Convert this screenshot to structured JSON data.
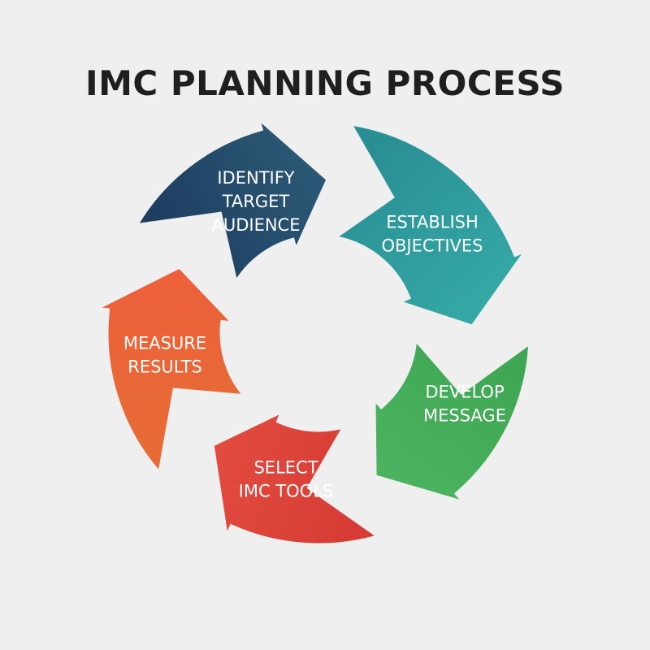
{
  "title": "IMC PLANNING PROCESS",
  "colors": {
    "background": "#efefef",
    "title": "#1f1f1f",
    "label": "#ffffff",
    "gap": "#efefef"
  },
  "steps": [
    {
      "lines": [
        "IDENTIFY",
        "TARGET",
        "AUDIENCE"
      ],
      "color_start": "#1f3f62",
      "color_end": "#2b5a76"
    },
    {
      "lines": [
        "ESTABLISH",
        "OBJECTIVES"
      ],
      "color_start": "#2a8f95",
      "color_end": "#35a9a5"
    },
    {
      "lines": [
        "DEVELOP",
        "MESSAGE"
      ],
      "color_start": "#3fa653",
      "color_end": "#4cb460"
    },
    {
      "lines": [
        "SELECT",
        "IMC TOOLS"
      ],
      "color_start": "#d63c34",
      "color_end": "#e34b3f"
    },
    {
      "lines": [
        "MEASURE",
        "RESULTS"
      ],
      "color_start": "#e76b35",
      "color_end": "#ec5f3b"
    }
  ]
}
